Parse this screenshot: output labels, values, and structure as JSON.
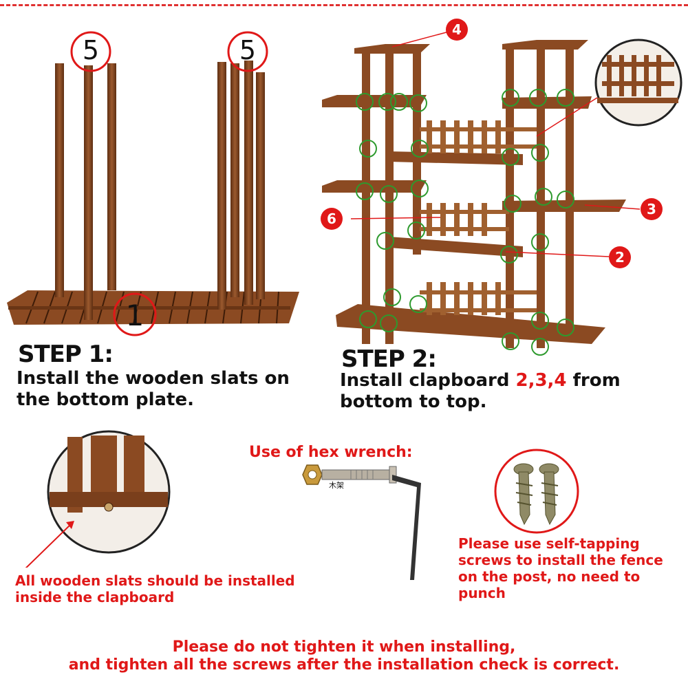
{
  "step1": {
    "title": "STEP 1:",
    "line1": "Install the wooden slats on",
    "line2": "the bottom plate.",
    "label_post_left": "5",
    "label_post_right": "5",
    "label_base": "1"
  },
  "step2": {
    "title": "STEP 2:",
    "line1_pre": "Install clapboard ",
    "line1_nums": "2,3,4",
    "line1_post": " from",
    "line2": "bottom to top.",
    "badges": {
      "b2": "2",
      "b3": "3",
      "b4": "4",
      "b6": "6"
    }
  },
  "slats_note": {
    "line1": "All wooden slats should be installed",
    "line2": "inside the clapboard"
  },
  "hex": {
    "title": "Use of hex wrench:",
    "bolt_label": "木架"
  },
  "screws_note": {
    "line1": "Please use self-tapping",
    "line2": "screws to install the fence",
    "line3": "on the post, no need to",
    "line4": "punch"
  },
  "footer": {
    "line1": "Please do not tighten it when installing,",
    "line2": "and tighten all the screws after the installation check is correct."
  },
  "colors": {
    "accent": "#e01818",
    "wood": "#8b4a22",
    "wood_dark": "#5e2e12",
    "marker": "#2e9a2e"
  }
}
